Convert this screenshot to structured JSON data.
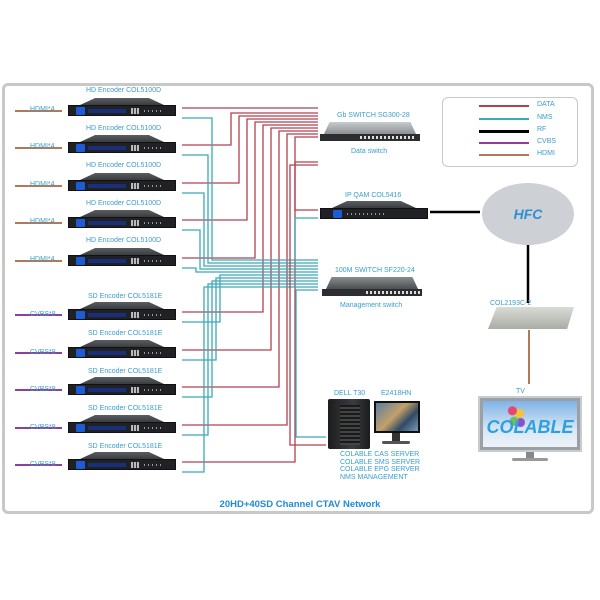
{
  "title": "20HD+40SD Channel CTAV Network",
  "legend": [
    {
      "label": "DATA",
      "color": "#b0414f"
    },
    {
      "label": "NMS",
      "color": "#3aa9b8"
    },
    {
      "label": "RF",
      "color": "#000000"
    },
    {
      "label": "CVBS",
      "color": "#8e3f97"
    },
    {
      "label": "HDMI",
      "color": "#b07a5a"
    }
  ],
  "hd_encoders": [
    {
      "name": "HD Encoder COL5100D",
      "input": "HDMI*4"
    },
    {
      "name": "HD Encoder COL5100D",
      "input": "HDMI*4"
    },
    {
      "name": "HD Encoder COL5100D",
      "input": "HDMI*4"
    },
    {
      "name": "HD Encoder COL5100D",
      "input": "HDMI*4"
    },
    {
      "name": "HD Encoder COL5100D",
      "input": "HDMI*4"
    }
  ],
  "sd_encoders": [
    {
      "name": "SD Encoder COL5181E",
      "input": "CVBS*8"
    },
    {
      "name": "SD Encoder COL5181E",
      "input": "CVBS*8"
    },
    {
      "name": "SD Encoder COL5181E",
      "input": "CVBS*8"
    },
    {
      "name": "SD Encoder COL5181E",
      "input": "CVBS*8"
    },
    {
      "name": "SD Encoder COL5181E",
      "input": "CVBS*8"
    }
  ],
  "data_switch": {
    "model": "Gb SWITCH SG300-28",
    "caption": "Data switch"
  },
  "ip_qam": {
    "model": "IP QAM COL5416"
  },
  "mgmt_switch": {
    "model": "100M SWITCH SF220-24",
    "caption": "Management switch"
  },
  "server": {
    "tower": "DELL T30",
    "monitor": "E2418HN",
    "roles": [
      "COLABLE CAS SERVER",
      "COLABLE SMS SERVER",
      "COLABLE EPG SERVER",
      "NMS MANAGEMENT"
    ]
  },
  "hfc": {
    "label": "HFC"
  },
  "stb": {
    "model": "COL2193C-2"
  },
  "tv": {
    "label": "TV",
    "brand": "COLABLE"
  }
}
